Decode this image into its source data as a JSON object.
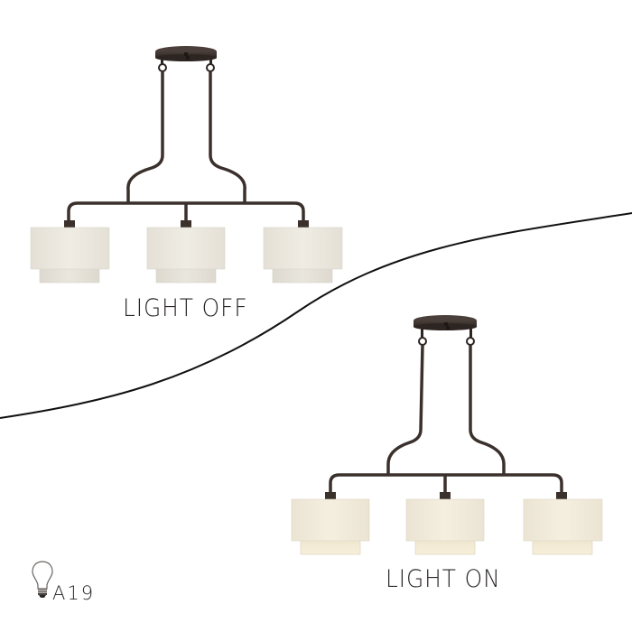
{
  "labels": {
    "light_off": "LIGHT OFF",
    "light_on": "LIGHT ON",
    "bulb_type": "A19"
  },
  "icons": {
    "bulb": "lightbulb-icon"
  },
  "colors": {
    "background": "#ffffff",
    "metal_finish": "#3a302c",
    "shade_off_outer": "#ece9e0",
    "shade_off_inner": "#e6e3da",
    "shade_on_outer": "#f1ebdc",
    "shade_on_inner": "#f4ecd6",
    "divider": "#111111",
    "text": "#2a2525"
  },
  "fixtures": [
    {
      "state": "off",
      "shades": 3
    },
    {
      "state": "on",
      "shades": 3
    }
  ]
}
